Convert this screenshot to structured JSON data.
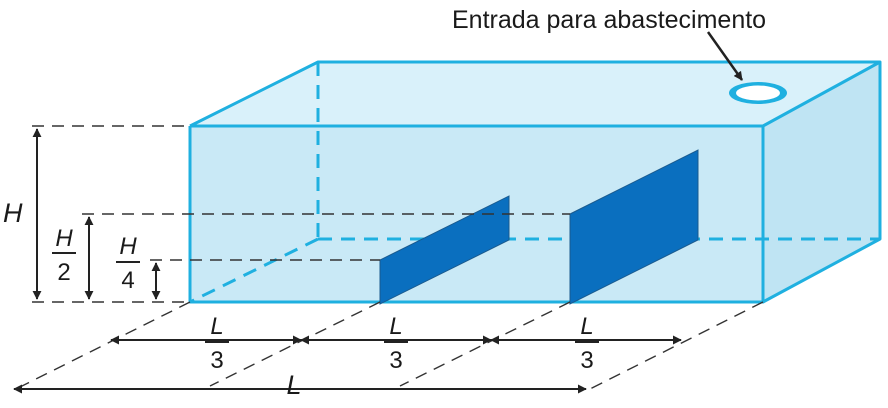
{
  "inlet_label": "Entrada para abastecimento",
  "height_labels": {
    "full": "H",
    "half": {
      "num": "H",
      "den": "2"
    },
    "quarter": {
      "num": "H",
      "den": "4"
    }
  },
  "length_labels": {
    "segment": {
      "num": "L",
      "den": "3"
    },
    "total": "L"
  },
  "colors": {
    "tank_fill": "#cdebf7",
    "tank_edge": "#1fb0e0",
    "baffle": "#0a6fbf",
    "inlet_ring": "#1fb0e0",
    "dim_line": "#222222"
  }
}
